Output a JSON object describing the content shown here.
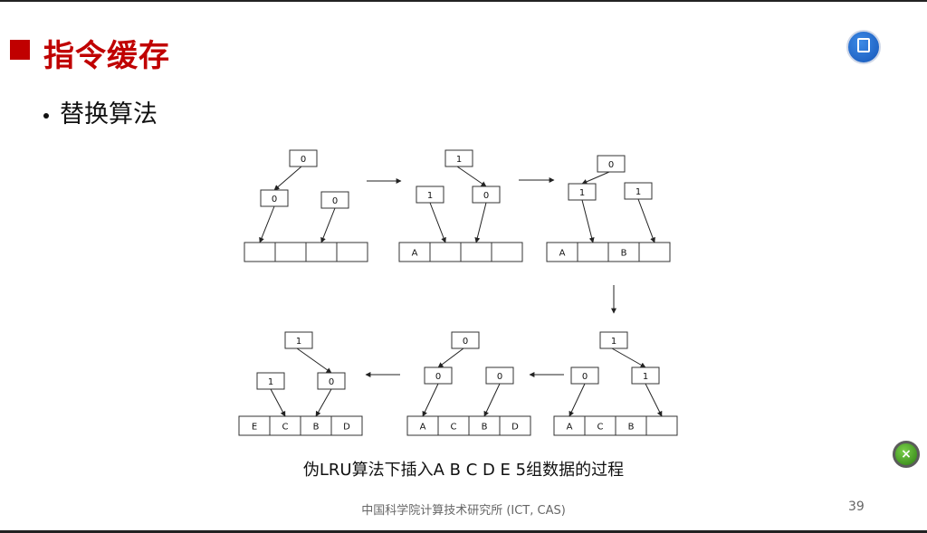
{
  "slide": {
    "title": "指令缓存",
    "bullet": "替换算法",
    "caption": "伪LRU算法下插入A B C D E 5组数据的过程",
    "footer": "中国科学院计算技术研究所 (ICT, CAS)",
    "page_number": "39"
  },
  "overlay": {
    "logo_icon": "course-logo-icon",
    "close_icon": "close-icon",
    "close_glyph": "×"
  },
  "diagram": {
    "states": [
      {
        "root": "0",
        "left": "0",
        "right": "0",
        "cells": [
          "",
          "",
          "",
          ""
        ]
      },
      {
        "root": "1",
        "left": "1",
        "right": "0",
        "cells": [
          "A",
          "",
          "",
          ""
        ]
      },
      {
        "root": "0",
        "left": "1",
        "right": "1",
        "cells": [
          "A",
          "",
          "B",
          ""
        ]
      },
      {
        "root": "1",
        "left": "0",
        "right": "1",
        "cells": [
          "A",
          "C",
          "B",
          ""
        ]
      },
      {
        "root": "0",
        "left": "0",
        "right": "0",
        "cells": [
          "A",
          "C",
          "B",
          "D"
        ]
      },
      {
        "root": "1",
        "left": "1",
        "right": "0",
        "cells": [
          "E",
          "C",
          "B",
          "D"
        ]
      }
    ]
  }
}
